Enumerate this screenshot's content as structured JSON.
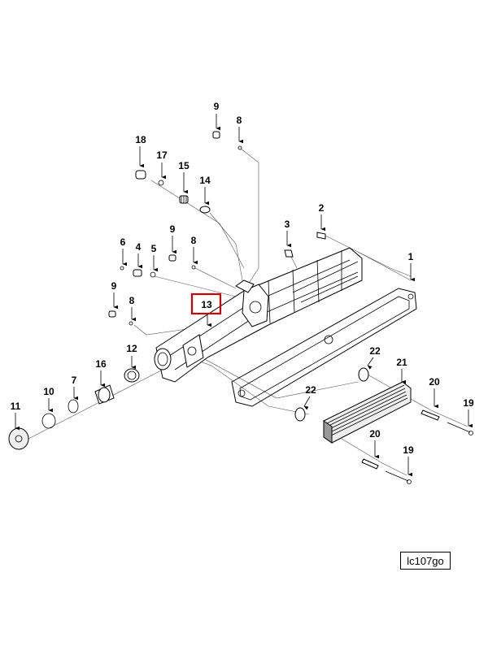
{
  "callouts": [
    {
      "id": "c-9a",
      "label": "9"
    },
    {
      "id": "c-8a",
      "label": "8"
    },
    {
      "id": "c-18",
      "label": "18"
    },
    {
      "id": "c-17",
      "label": "17"
    },
    {
      "id": "c-15",
      "label": "15"
    },
    {
      "id": "c-14",
      "label": "14"
    },
    {
      "id": "c-3",
      "label": "3"
    },
    {
      "id": "c-2",
      "label": "2"
    },
    {
      "id": "c-6",
      "label": "6"
    },
    {
      "id": "c-4",
      "label": "4"
    },
    {
      "id": "c-5",
      "label": "5"
    },
    {
      "id": "c-9b",
      "label": "9"
    },
    {
      "id": "c-8b",
      "label": "8"
    },
    {
      "id": "c-1",
      "label": "1"
    },
    {
      "id": "c-9c",
      "label": "9"
    },
    {
      "id": "c-8c",
      "label": "8"
    },
    {
      "id": "c-13",
      "label": "13"
    },
    {
      "id": "c-12",
      "label": "12"
    },
    {
      "id": "c-22a",
      "label": "22"
    },
    {
      "id": "c-21",
      "label": "21"
    },
    {
      "id": "c-16",
      "label": "16"
    },
    {
      "id": "c-11",
      "label": "11"
    },
    {
      "id": "c-10",
      "label": "10"
    },
    {
      "id": "c-7",
      "label": "7"
    },
    {
      "id": "c-22b",
      "label": "22"
    },
    {
      "id": "c-20a",
      "label": "20"
    },
    {
      "id": "c-19a",
      "label": "19"
    },
    {
      "id": "c-20b",
      "label": "20"
    },
    {
      "id": "c-19b",
      "label": "19"
    }
  ],
  "highlighted_callout": "13",
  "reference_code": "lc107go",
  "colors": {
    "highlight": "#d00000",
    "line": "#000000"
  }
}
